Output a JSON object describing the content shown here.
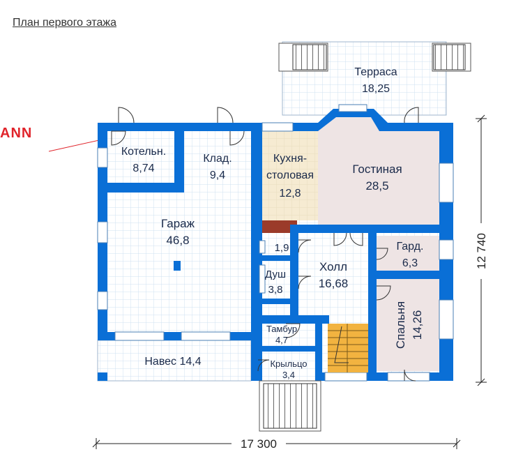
{
  "plan": {
    "title": "План первого этажа",
    "brand": "ANN",
    "rooms": {
      "kotel_name": "Котельн.",
      "kotel_area": "8,74",
      "klad_name": "Клад.",
      "klad_area": "9,4",
      "garage_name": "Гараж",
      "garage_area": "46,8",
      "navez": "Навес 14,4",
      "kitchen_name1": "Кухня-",
      "kitchen_name2": "столовая",
      "kitchen_area": "12,8",
      "living_name": "Гостиная",
      "living_area": "28,5",
      "terrace_name": "Терраса",
      "terrace_area": "18,25",
      "wc_area": "1,9",
      "shower_name": "Душ",
      "shower_area": "3,8",
      "hall_name": "Холл",
      "hall_area": "16,68",
      "tambur_name": "Тамбур",
      "tambur_area": "4,7",
      "porch_name": "Крыльцо",
      "porch_area": "3,4",
      "ward_name": "Гард.",
      "ward_area": "6,3",
      "bed_name": "Спальня",
      "bed_area": "14,26"
    },
    "dimensions": {
      "width": "17 300",
      "depth": "12 740"
    },
    "colors": {
      "wall": "#0a6fd6",
      "grid": "#cfe0f2",
      "kitchen": "#f6ebd2",
      "living": "#eee4e4",
      "chimney": "#9b3b2a",
      "stair": "#f2b340"
    }
  }
}
